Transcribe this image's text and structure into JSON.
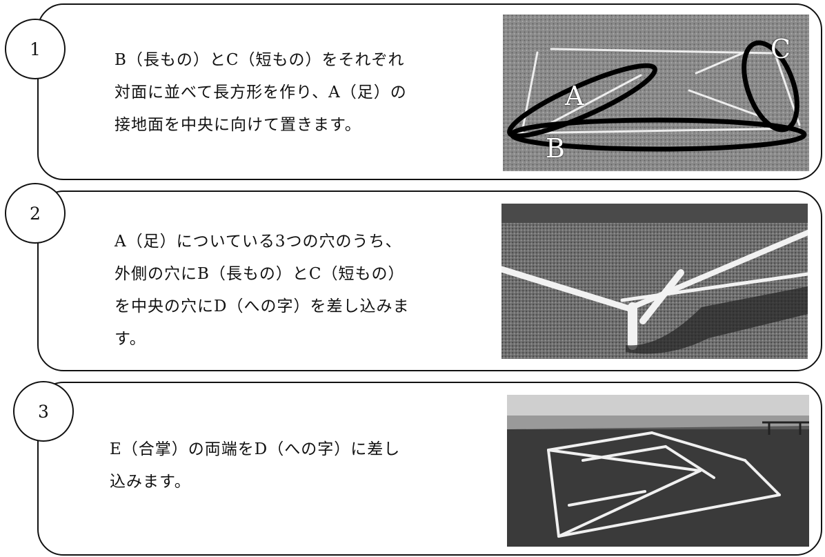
{
  "steps": [
    {
      "number": "1",
      "lines": [
        "B（長もの）とC（短もの）をそれぞれ",
        "対面に並べて長方形を作り、A（足）の",
        "接地面を中央に向けて置きます。"
      ],
      "photo_labels": [
        "A",
        "B",
        "C"
      ]
    },
    {
      "number": "2",
      "lines": [
        "A（足）についている3つの穴のうち、",
        "外側の穴にB（長もの）とC（短もの）",
        "を中央の穴にD（への字）を差し込みま",
        "す。"
      ]
    },
    {
      "number": "3",
      "lines": [
        "E（合掌）の両端をD（への字）に差し",
        "込みます。"
      ]
    }
  ]
}
